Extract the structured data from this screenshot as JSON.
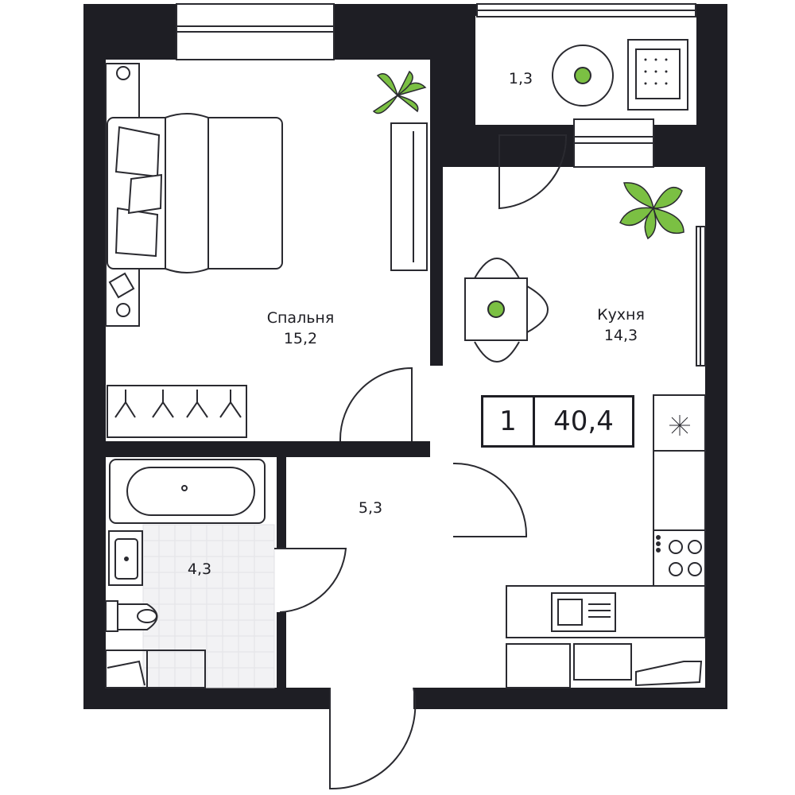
{
  "colors": {
    "wall": "#1e1e24",
    "plant": "#7bc043",
    "line": "#2a2a30",
    "tile": "#e6e6ea"
  },
  "rooms": {
    "bedroom": {
      "name": "Спальня",
      "area": "15,2"
    },
    "kitchen": {
      "name": "Кухня",
      "area": "14,3"
    },
    "balcony": {
      "area": "1,3"
    },
    "hall": {
      "area": "5,3"
    },
    "bathroom": {
      "area": "4,3"
    }
  },
  "summary": {
    "rooms": "1",
    "total_area": "40,4"
  },
  "icons": [
    "bed-icon",
    "wardrobe-icon",
    "plant-icon",
    "dining-table-icon",
    "chair-icon",
    "stove-icon",
    "sink-icon",
    "bathtub-icon",
    "toilet-icon",
    "washbasin-icon",
    "door-icon",
    "window-icon"
  ]
}
